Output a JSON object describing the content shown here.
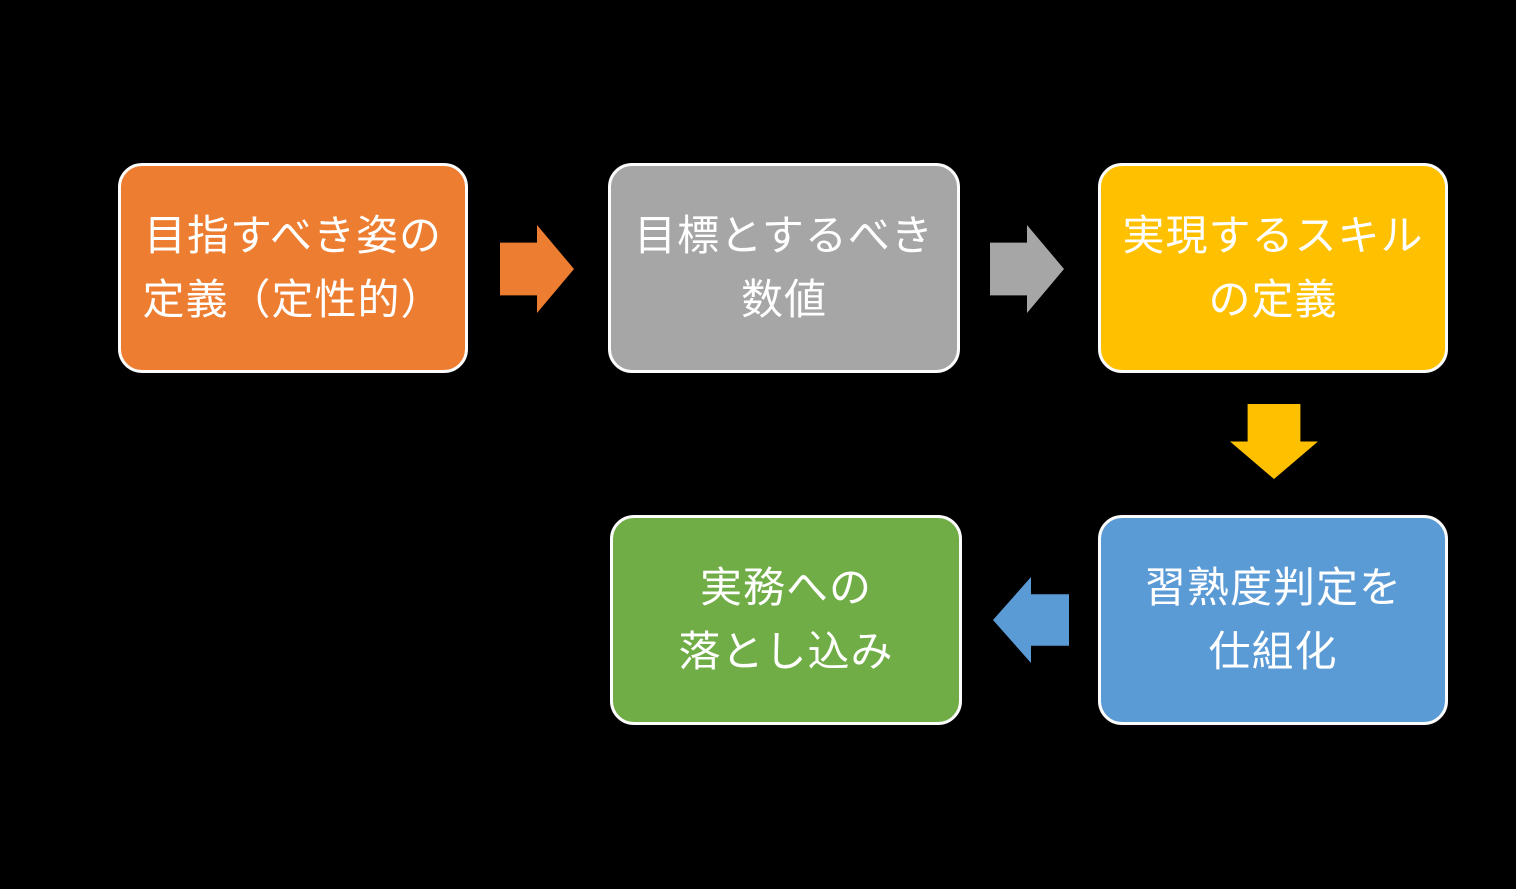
{
  "diagram": {
    "background_color": "#000000",
    "text_color": "#FFFFFF",
    "node_border_color": "#FCFCFC",
    "nodes": [
      {
        "id": "step-1",
        "lines": [
          "目指すべき姿の",
          "定義（定性的）"
        ],
        "color": "#ED7D31"
      },
      {
        "id": "step-2",
        "lines": [
          "目標とするべき",
          "数値"
        ],
        "color": "#A6A6A6"
      },
      {
        "id": "step-3",
        "lines": [
          "実現するスキル",
          "の定義"
        ],
        "color": "#FFC000"
      },
      {
        "id": "step-4",
        "lines": [
          "習熟度判定を",
          "仕組化"
        ],
        "color": "#5B9BD5"
      },
      {
        "id": "step-5",
        "lines": [
          "実務への",
          "落とし込み"
        ],
        "color": "#70AD47"
      }
    ],
    "arrows": [
      {
        "from": "step-1",
        "to": "step-2",
        "direction": "right",
        "color": "#ED7D31"
      },
      {
        "from": "step-2",
        "to": "step-3",
        "direction": "right",
        "color": "#A6A6A6"
      },
      {
        "from": "step-3",
        "to": "step-4",
        "direction": "down",
        "color": "#FFC000"
      },
      {
        "from": "step-4",
        "to": "step-5",
        "direction": "left",
        "color": "#5B9BD5"
      }
    ]
  }
}
